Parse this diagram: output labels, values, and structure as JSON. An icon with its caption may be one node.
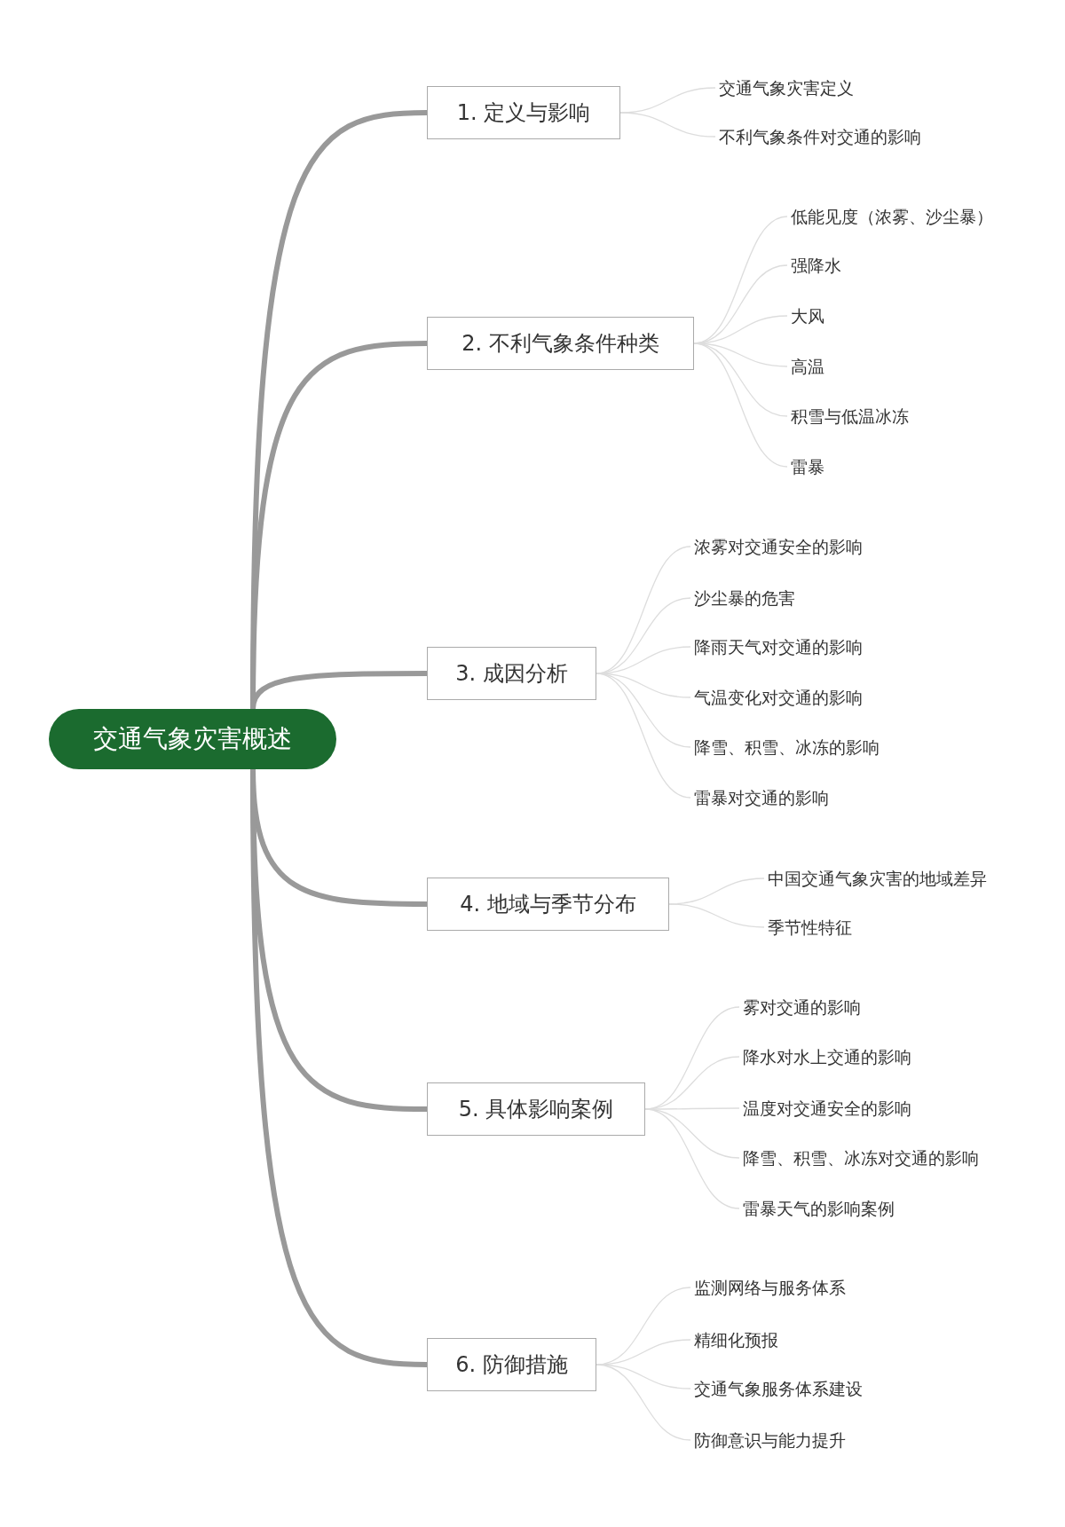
{
  "diagram": {
    "nodes": [
      {
        "text": [
          "交通气象灾害概述"
        ]
      },
      {
        "text": [
          "1. 定义与影响"
        ]
      },
      {
        "text": [
          "交通气象灾害定义"
        ]
      },
      {
        "text": [
          "不利气象条件对交通的影响"
        ]
      },
      {
        "text": [
          "2. 不利气象条件种类"
        ]
      },
      {
        "text": [
          "低能见度（浓雾、沙尘暴）"
        ]
      },
      {
        "text": [
          "强降水"
        ]
      },
      {
        "text": [
          "大风"
        ]
      },
      {
        "text": [
          "高温"
        ]
      },
      {
        "text": [
          "积雪与低温冰冻"
        ]
      },
      {
        "text": [
          "雷暴"
        ]
      },
      {
        "text": [
          "3. 成因分析"
        ]
      },
      {
        "text": [
          "浓雾对交通安全的影响"
        ]
      },
      {
        "text": [
          "沙尘暴的危害"
        ]
      },
      {
        "text": [
          "降雨天气对交通的影响"
        ]
      },
      {
        "text": [
          "气温变化对交通的影响"
        ]
      },
      {
        "text": [
          "降雪、积雪、冰冻的影响"
        ]
      },
      {
        "text": [
          "雷暴对交通的影响"
        ]
      },
      {
        "text": [
          "4. 地域与季节分布"
        ]
      },
      {
        "text": [
          "中国交通气象灾害的地域差异"
        ]
      },
      {
        "text": [
          "季节性特征"
        ]
      },
      {
        "text": [
          "5. 具体影响案例"
        ]
      },
      {
        "text": [
          "雾对交通的影响"
        ]
      },
      {
        "text": [
          "降水对水上交通的影响"
        ]
      },
      {
        "text": [
          "温度对交通安全的影响"
        ]
      },
      {
        "text": [
          "降雪、积雪、冰冻对交通的影响"
        ]
      },
      {
        "text": [
          "雷暴天气的影响案例"
        ]
      },
      {
        "text": [
          "6. 防御措施"
        ]
      },
      {
        "text": [
          "监测网络与服务体系"
        ]
      },
      {
        "text": [
          "精细化预报"
        ]
      },
      {
        "text": [
          "交通气象服务体系建设"
        ]
      },
      {
        "text": [
          "防御意识与能力提升"
        ]
      }
    ],
    "edges": [
      {
        "from": 0,
        "to": 1,
        "arrow": "none",
        "style": "thick",
        "color": "#999999"
      },
      {
        "from": 0,
        "to": 4,
        "arrow": "none",
        "style": "thick",
        "color": "#999999"
      },
      {
        "from": 0,
        "to": 11,
        "arrow": "none",
        "style": "thick",
        "color": "#999999"
      },
      {
        "from": 0,
        "to": 18,
        "arrow": "none",
        "style": "thick",
        "color": "#999999"
      },
      {
        "from": 0,
        "to": 21,
        "arrow": "none",
        "style": "thick",
        "color": "#999999"
      },
      {
        "from": 0,
        "to": 27,
        "arrow": "none",
        "style": "thick",
        "color": "#999999"
      },
      {
        "from": 1,
        "to": 2,
        "arrow": "none"
      },
      {
        "from": 1,
        "to": 3,
        "arrow": "none"
      },
      {
        "from": 4,
        "to": 5,
        "arrow": "none"
      },
      {
        "from": 4,
        "to": 6,
        "arrow": "none"
      },
      {
        "from": 4,
        "to": 7,
        "arrow": "none"
      },
      {
        "from": 4,
        "to": 8,
        "arrow": "none"
      },
      {
        "from": 4,
        "to": 9,
        "arrow": "none"
      },
      {
        "from": 4,
        "to": 10,
        "arrow": "none"
      },
      {
        "from": 11,
        "to": 12,
        "arrow": "none"
      },
      {
        "from": 11,
        "to": 13,
        "arrow": "none"
      },
      {
        "from": 11,
        "to": 14,
        "arrow": "none"
      },
      {
        "from": 11,
        "to": 15,
        "arrow": "none"
      },
      {
        "from": 11,
        "to": 16,
        "arrow": "none"
      },
      {
        "from": 11,
        "to": 17,
        "arrow": "none"
      },
      {
        "from": 18,
        "to": 19,
        "arrow": "none"
      },
      {
        "from": 18,
        "to": 20,
        "arrow": "none"
      },
      {
        "from": 21,
        "to": 22,
        "arrow": "none"
      },
      {
        "from": 21,
        "to": 23,
        "arrow": "none"
      },
      {
        "from": 21,
        "to": 24,
        "arrow": "none"
      },
      {
        "from": 21,
        "to": 25,
        "arrow": "none"
      },
      {
        "from": 21,
        "to": 26,
        "arrow": "none"
      },
      {
        "from": 27,
        "to": 28,
        "arrow": "none"
      },
      {
        "from": 27,
        "to": 29,
        "arrow": "none"
      },
      {
        "from": 27,
        "to": 30,
        "arrow": "none"
      },
      {
        "from": 27,
        "to": 31,
        "arrow": "none"
      }
    ]
  }
}
